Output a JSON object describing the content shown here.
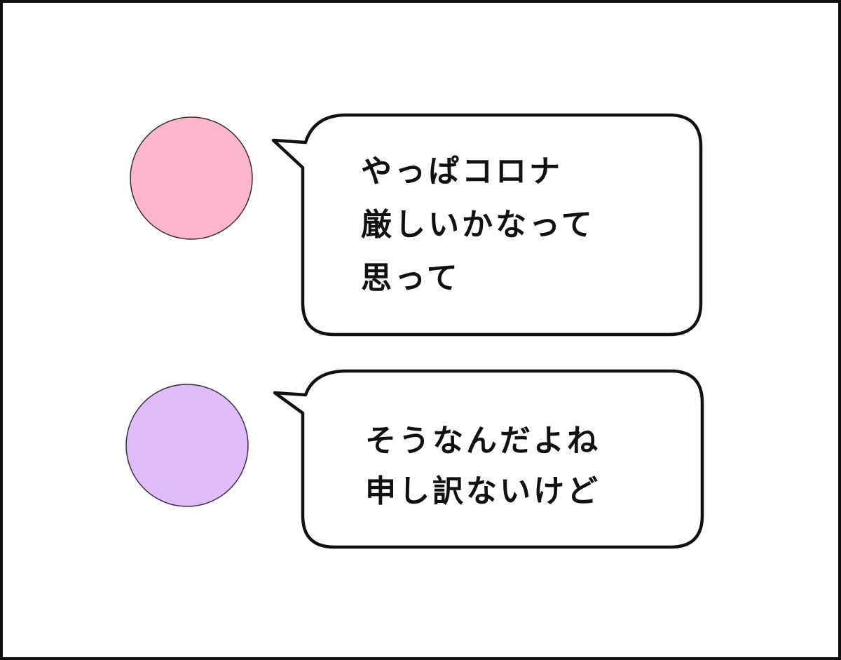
{
  "colors": {
    "avatar_1": "#fbb6cb",
    "avatar_2": "#e0bcf8",
    "outline": "#111111"
  },
  "messages": [
    {
      "speaker": "avatar-pink",
      "lines": [
        "やっぱコロナ",
        "厳しいかなって",
        "思って"
      ]
    },
    {
      "speaker": "avatar-purple",
      "lines": [
        "そうなんだよね",
        "申し訳ないけど"
      ]
    }
  ]
}
